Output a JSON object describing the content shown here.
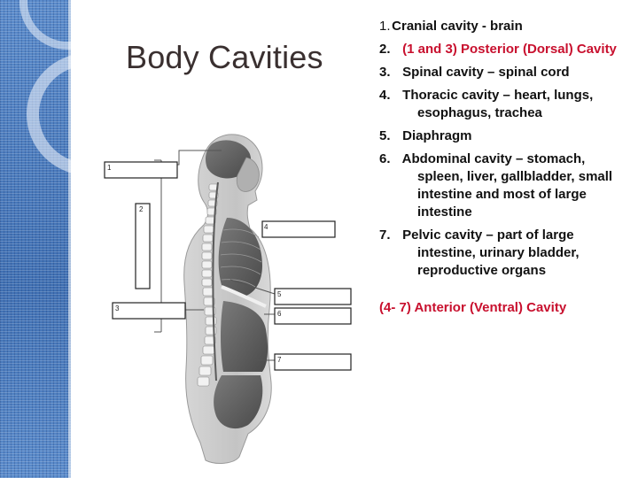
{
  "slide": {
    "title": "Body Cavities"
  },
  "list": {
    "items": [
      {
        "num": "1.",
        "text": "Cranial cavity - brain"
      },
      {
        "num": "2.",
        "text": "(1 and 3)  Posterior (Dorsal) Cavity"
      },
      {
        "num": "3.",
        "text": "Spinal cavity – spinal cord"
      },
      {
        "num": "4.",
        "text": "Thoracic cavity – heart, lungs, esophagus, trachea"
      },
      {
        "num": "5.",
        "text": "Diaphragm"
      },
      {
        "num": "6.",
        "text": "Abdominal cavity – stomach, spleen, liver, gallbladder, small intestine and most of large intestine"
      },
      {
        "num": "7.",
        "text": "Pelvic cavity – part of large intestine, urinary bladder, reproductive organs"
      }
    ],
    "footer": "(4- 7) Anterior (Ventral) Cavity"
  },
  "diagram": {
    "labels": [
      "1",
      "2",
      "3",
      "4",
      "5",
      "6",
      "7"
    ]
  },
  "colors": {
    "accent_red": "#c8102e",
    "strip_blue": "#4f7fc0",
    "title_color": "#3a3030"
  }
}
